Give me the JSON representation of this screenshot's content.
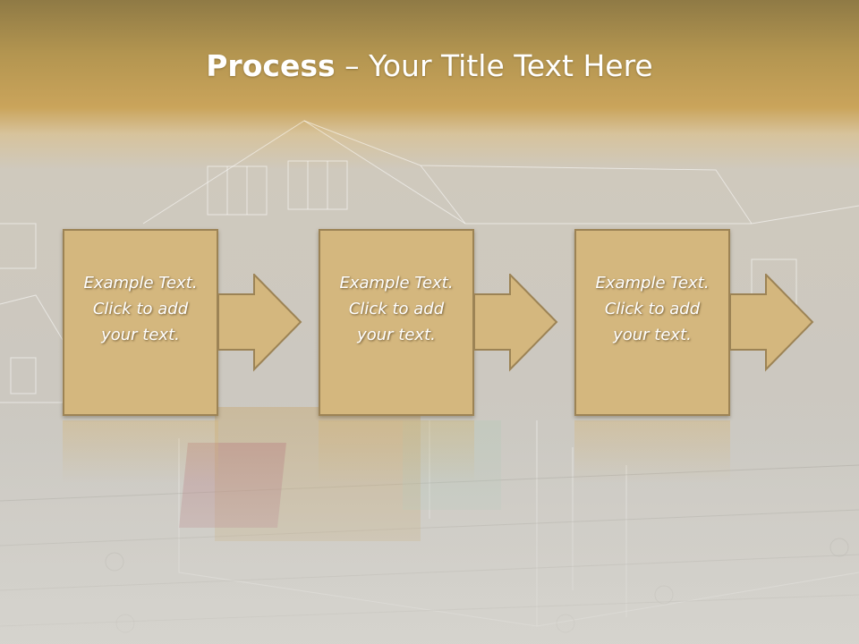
{
  "title": {
    "bold": "Process",
    "rest": " – Your Title Text Here"
  },
  "steps": [
    {
      "lines": [
        "Example Text.",
        "Click  to add",
        "your text."
      ]
    },
    {
      "lines": [
        "Example Text.",
        "Click  to add",
        "your text."
      ]
    },
    {
      "lines": [
        "Example Text.",
        "Click  to add",
        "your text."
      ]
    }
  ],
  "colors": {
    "box_fill": "#d4b77e",
    "box_border": "#9c8355",
    "arrow_fill": "#d4b77e",
    "header_gold": "#caa45b"
  }
}
